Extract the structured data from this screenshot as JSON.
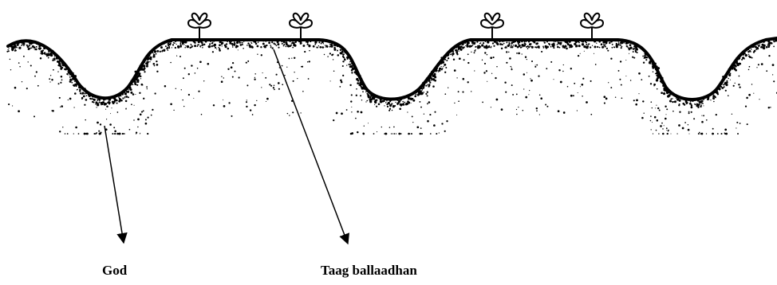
{
  "diagram": {
    "labels": {
      "furrow": "God",
      "ridge": "Taag ballaadhan"
    },
    "colors": {
      "ink": "#000000",
      "background": "#ffffff"
    },
    "icons": [
      "seedling-icon",
      "speckled-soil-texture",
      "arrow-icon"
    ]
  }
}
